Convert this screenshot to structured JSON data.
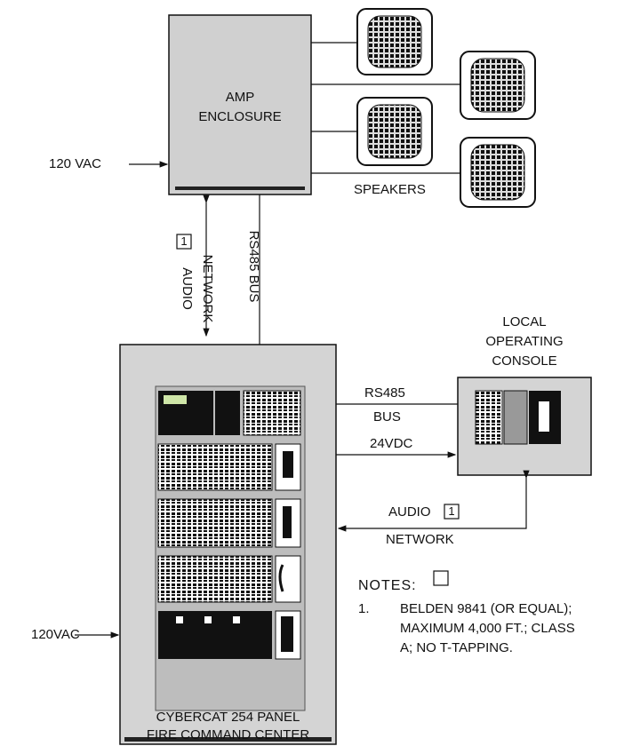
{
  "amp": {
    "line1": "AMP",
    "line2": "ENCLOSURE"
  },
  "power_top": "120 VAC",
  "power_bottom": "120VAC",
  "speakers_label": "SPEAKERS",
  "note_ref": "1",
  "audio_network_vertical": {
    "line1": "AUDIO",
    "line2": "NETWORK"
  },
  "rs485_bus_vertical": "RS485 BUS",
  "console": {
    "line1": "LOCAL",
    "line2": "OPERATING",
    "line3": "CONSOLE"
  },
  "rs485_bus_horizontal": {
    "line1": "RS485",
    "line2": "BUS"
  },
  "dc_label": "24VDC",
  "audio_network_horizontal": {
    "line1": "AUDIO",
    "line2": "NETWORK"
  },
  "notes": {
    "title": "NOTES:",
    "number": "1.",
    "lines": [
      "BELDEN 9841 (OR EQUAL);",
      "MAXIMUM 4,000 FT.; CLASS",
      "A; NO T-TAPPING."
    ]
  },
  "panel": {
    "line1": "CYBERCAT 254 PANEL",
    "line2": "FIRE COMMAND CENTER"
  }
}
